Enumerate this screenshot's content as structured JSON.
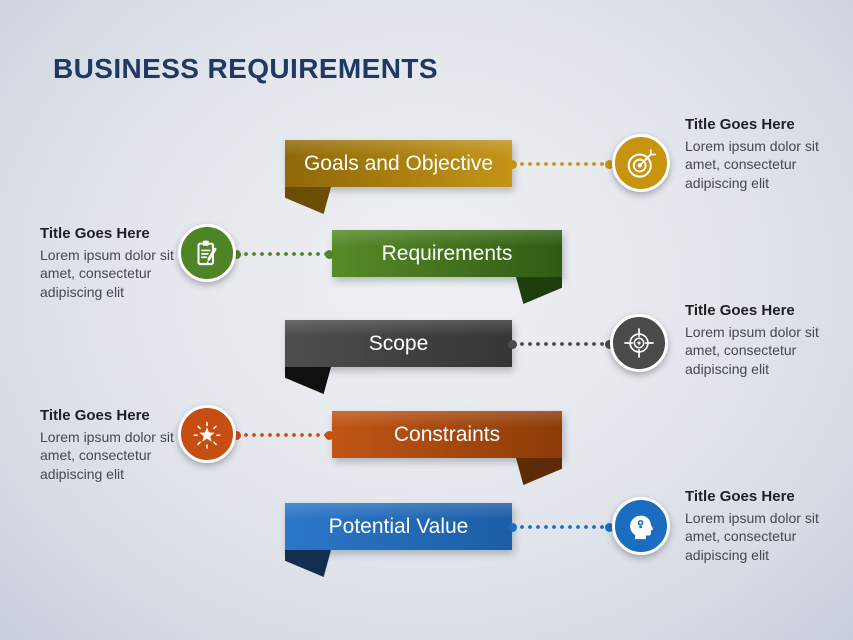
{
  "slide": {
    "title": "BUSINESS REQUIREMENTS",
    "title_color": "#1F3864",
    "background": {
      "center": "#EFF1F4",
      "edge": "#C7CDDA"
    },
    "rows": [
      {
        "label": "Goals and Objective",
        "icon": "target-arrow-icon",
        "side": "right",
        "accent": "#C8940E",
        "banner_start": "#8F6907",
        "banner_end": "#C39417",
        "fold": "#6B4D05",
        "callout": {
          "title": "Title Goes Here",
          "body": "Lorem ipsum dolor sit amet, consectetur adipiscing elit"
        }
      },
      {
        "label": "Requirements",
        "icon": "clipboard-pencil-icon",
        "side": "left",
        "accent": "#4E8426",
        "banner_start": "#578A28",
        "banner_end": "#2F5C12",
        "fold": "#1E3E0D",
        "callout": {
          "title": "Title Goes Here",
          "body": "Lorem ipsum dolor sit amet, consectetur adipiscing elit"
        }
      },
      {
        "label": "Scope",
        "icon": "crosshair-scope-icon",
        "side": "right",
        "accent": "#4A4A4A",
        "banner_start": "#4D4D4D",
        "banner_end": "#353535",
        "fold": "#101010",
        "callout": {
          "title": "Title Goes Here",
          "body": "Lorem ipsum dolor sit amet, consectetur adipiscing elit"
        }
      },
      {
        "label": "Constraints",
        "icon": "starburst-icon",
        "side": "left",
        "accent": "#C74E12",
        "banner_start": "#C05515",
        "banner_end": "#8D3C08",
        "fold": "#5D2B06",
        "callout": {
          "title": "Title Goes Here",
          "body": "Lorem ipsum dolor sit amet, consectetur adipiscing elit"
        }
      },
      {
        "label": "Potential Value",
        "icon": "head-lightbulb-icon",
        "side": "right",
        "accent": "#1B6DC1",
        "banner_start": "#2B77C8",
        "banner_end": "#1B5EA6",
        "fold": "#142F4E",
        "callout": {
          "title": "Title Goes Here",
          "body": "Lorem ipsum dolor sit amet, consectetur adipiscing elit"
        }
      }
    ]
  }
}
